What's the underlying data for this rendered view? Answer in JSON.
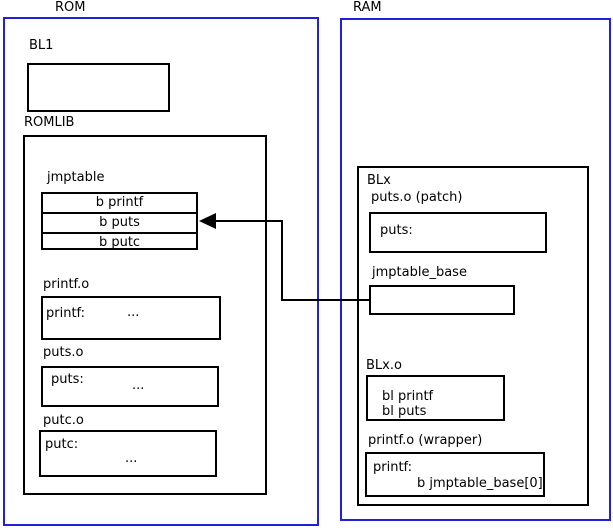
{
  "rom": {
    "title": "ROM",
    "bl1": {
      "label": "BL1"
    },
    "romlib": {
      "label": "ROMLIB",
      "jmptable": {
        "label": "jmptable",
        "rows": [
          "b printf",
          "b puts",
          "b putc"
        ]
      },
      "printf_o": {
        "label": "printf.o",
        "symbol": "printf:",
        "ellipsis": "..."
      },
      "puts_o": {
        "label": "puts.o",
        "symbol": "puts:",
        "ellipsis": "..."
      },
      "putc_o": {
        "label": "putc.o",
        "symbol": "putc:",
        "ellipsis": "..."
      }
    }
  },
  "ram": {
    "title": "RAM",
    "blx": {
      "label": "BLx",
      "puts_patch": {
        "label": "puts.o (patch)",
        "symbol": "puts:"
      },
      "jmptable_base": {
        "label": "jmptable_base"
      },
      "blx_o": {
        "label": "BLx.o",
        "line1": "bl printf",
        "line2": "bl puts"
      },
      "printf_wrapper": {
        "label": "printf.o (wrapper)",
        "symbol": "printf:",
        "instruction": "b jmptable_base[0]"
      }
    }
  },
  "colors": {
    "region_border": "#1f1fe0",
    "box_border": "#000000",
    "arrow": "#000000"
  }
}
